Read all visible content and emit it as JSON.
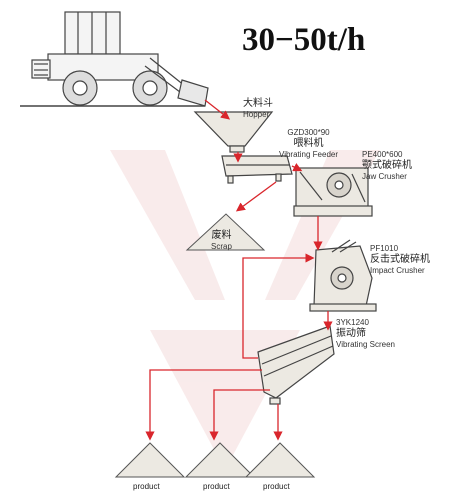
{
  "heading": "30−50t/h",
  "colors": {
    "arrow": "#d9262c",
    "line": "#555555",
    "fill": "#ece9e2",
    "watermark": "#f3dcdc"
  },
  "icons": {
    "loader": "wheel-loader-icon",
    "hopper": "hopper-icon",
    "feeder": "vibrating-feeder-icon",
    "jaw": "jaw-crusher-icon",
    "impact": "impact-crusher-icon",
    "screen": "vibrating-screen-icon",
    "pile": "stockpile-icon"
  },
  "hopper": {
    "cn": "大料斗",
    "en": "Hopper"
  },
  "feeder": {
    "model": "GZD300*90",
    "cn": "喂料机",
    "en": "Vibrating Feeder"
  },
  "jaw": {
    "model": "PE400*600",
    "cn": "颚式破碎机",
    "en": "Jaw Crusher"
  },
  "scrap": {
    "cn": "废料",
    "en": "Scrap"
  },
  "impact": {
    "model": "PF1010",
    "cn": "反击式破碎机",
    "en": "Impact Crusher"
  },
  "screen": {
    "model": "3YK1240",
    "cn": "振动筛",
    "en": "Vibrating Screen"
  },
  "products": [
    "product",
    "product",
    "product"
  ]
}
